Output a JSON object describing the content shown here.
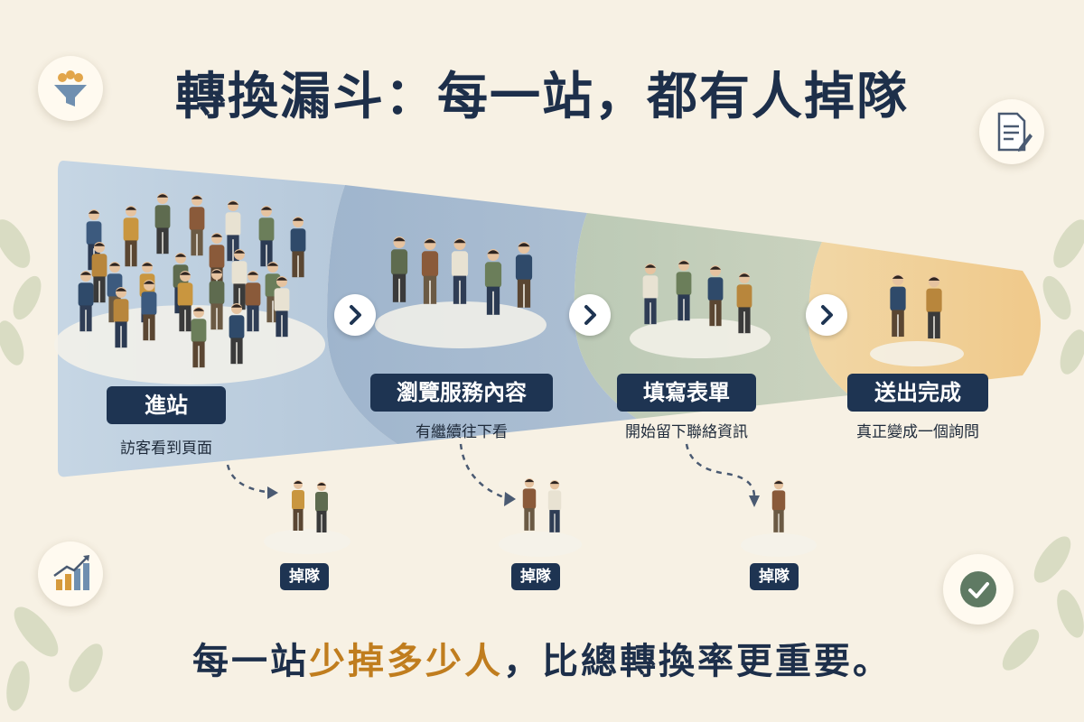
{
  "title": "轉換漏斗：每一站，都有人掉隊",
  "stages": [
    {
      "label": "進站",
      "sub": "訪客看到頁面"
    },
    {
      "label": "瀏覽服務內容",
      "sub": "有繼續往下看"
    },
    {
      "label": "填寫表單",
      "sub": "開始留下聯絡資訊"
    },
    {
      "label": "送出完成",
      "sub": "真正變成一個詢問"
    }
  ],
  "drop_label": "掉隊",
  "bottom": {
    "part1": "每一站",
    "highlight": "少掉多少人",
    "part2": "，比總轉換率更重要。"
  },
  "icons": {
    "top_left": "funnel-people-icon",
    "top_right": "form-document-icon",
    "bottom_left": "growth-chart-icon",
    "bottom_right": "checkmark-icon",
    "chevron": "chevron-right-icon"
  },
  "colors": {
    "stage1": "#b7c9da",
    "stage2": "#a6bad2",
    "stage3": "#c2cdb9",
    "stage4": "#efd3a2",
    "navy": "#1e3452",
    "accent": "#c07d1e"
  }
}
